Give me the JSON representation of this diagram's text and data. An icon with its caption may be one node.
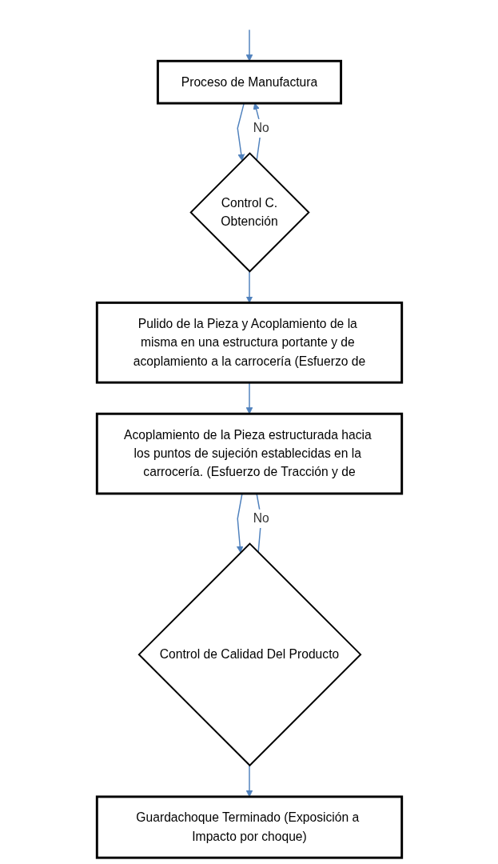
{
  "diagram": {
    "nodes": [
      {
        "text": [
          "Proceso de Manufactura"
        ]
      },
      {
        "text": [
          "Control C.",
          "Obtención"
        ]
      },
      {
        "text": [
          "Pulido de la Pieza y Acoplamiento de la misma en una estructura portante y de acoplamiento a la carrocería (Esfuerzo de"
        ]
      },
      {
        "text": [
          "Acoplamiento de la Pieza estructurada hacia los puntos de sujeción establecidas en la carrocería. (Esfuerzo de Tracción y de"
        ]
      },
      {
        "text": [
          "Control de Calidad Del Producto"
        ]
      },
      {
        "text": [
          "Guardachoque Terminado (Exposición a Impacto por choque)"
        ]
      }
    ],
    "edges": [
      {
        "from": null,
        "to": 0,
        "arrow": "to"
      },
      {
        "from": 1,
        "to": 0,
        "arrow": "to",
        "label": "No"
      },
      {
        "from": 0,
        "to": 1,
        "arrow": "to"
      },
      {
        "from": 1,
        "to": 2,
        "arrow": "to"
      },
      {
        "from": 2,
        "to": 3,
        "arrow": "to"
      },
      {
        "from": 3,
        "to": 4,
        "arrow": "to"
      },
      {
        "from": 4,
        "to": 3,
        "arrow": "none",
        "label": "No"
      },
      {
        "from": 4,
        "to": 5,
        "arrow": "to"
      }
    ]
  }
}
